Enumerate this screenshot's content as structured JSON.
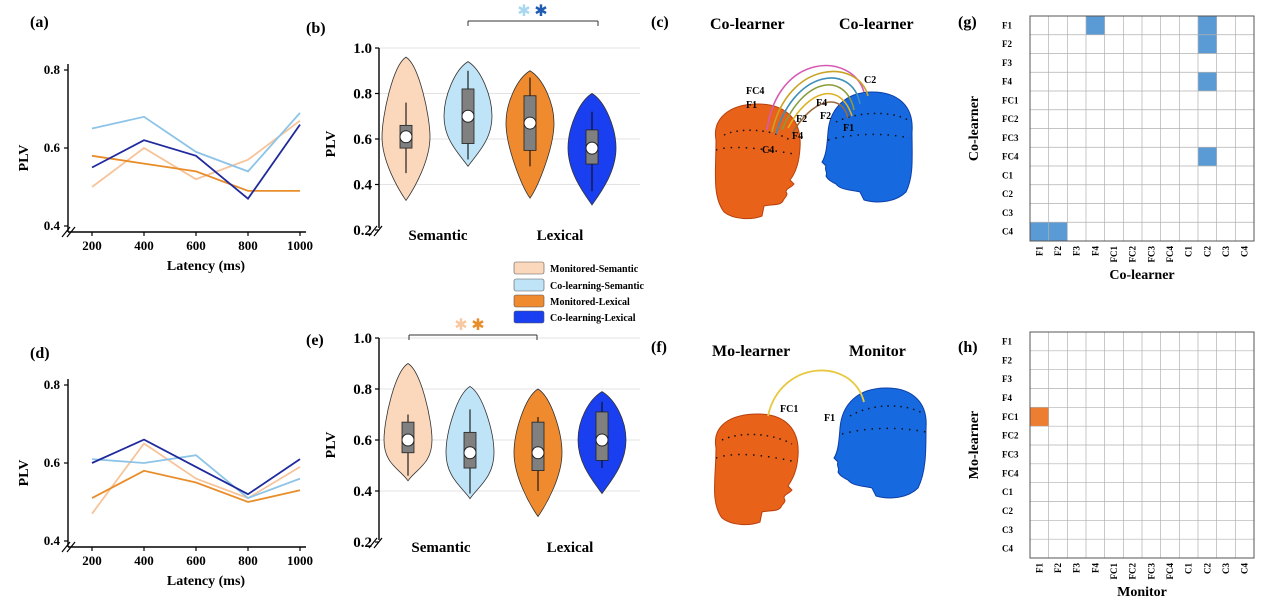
{
  "chart_data": [
    {
      "panel": "(a)",
      "type": "line",
      "x": [
        200,
        400,
        600,
        800,
        1000
      ],
      "xlabel": "Latency (ms)",
      "ylabel": "PLV",
      "ylim": [
        0.4,
        0.8
      ],
      "yticks": [
        "0.4",
        "0.6",
        "0.8"
      ],
      "xticks": [
        "200",
        "400",
        "600",
        "800",
        "1000"
      ],
      "series": [
        {
          "name": "Monitored-Semantic",
          "color": "#f7c49a",
          "values": [
            0.5,
            0.6,
            0.52,
            0.57,
            0.67
          ]
        },
        {
          "name": "Co-learning-Semantic",
          "color": "#8dc4e8",
          "values": [
            0.65,
            0.68,
            0.59,
            0.54,
            0.69
          ]
        },
        {
          "name": "Monitored-Lexical",
          "color": "#e88d2a",
          "values": [
            0.58,
            0.56,
            0.54,
            0.49,
            0.49
          ]
        },
        {
          "name": "Co-learning-Lexical",
          "color": "#1f2a9c",
          "values": [
            0.55,
            0.62,
            0.58,
            0.47,
            0.66
          ]
        }
      ]
    },
    {
      "panel": "(b)",
      "type": "violin",
      "ylabel": "PLV",
      "ylim": [
        0.2,
        1.0
      ],
      "yticks": [
        "0.2",
        "0.4",
        "0.6",
        "0.8",
        "1.0"
      ],
      "groups": [
        "Semantic",
        "Lexical"
      ],
      "significance": "✱",
      "series": [
        {
          "name": "Monitored-Semantic",
          "fill": "#fbd8bc",
          "min": 0.33,
          "max": 0.96,
          "q1": 0.56,
          "median": 0.61,
          "q3": 0.66,
          "wlow": 0.45,
          "whigh": 0.76
        },
        {
          "name": "Co-learning-Semantic",
          "fill": "#bfe3f7",
          "min": 0.48,
          "max": 0.94,
          "q1": 0.58,
          "median": 0.7,
          "q3": 0.82,
          "wlow": 0.51,
          "whigh": 0.9
        },
        {
          "name": "Monitored-Lexical",
          "fill": "#ef8a2e",
          "min": 0.34,
          "max": 0.9,
          "q1": 0.55,
          "median": 0.67,
          "q3": 0.79,
          "wlow": 0.48,
          "whigh": 0.87
        },
        {
          "name": "Co-learning-Lexical",
          "fill": "#1a3ff0",
          "min": 0.31,
          "max": 0.8,
          "q1": 0.49,
          "median": 0.56,
          "q3": 0.64,
          "wlow": 0.37,
          "whigh": 0.72
        }
      ]
    },
    {
      "panel": "(d)",
      "type": "line",
      "x": [
        200,
        400,
        600,
        800,
        1000
      ],
      "xlabel": "Latency (ms)",
      "ylabel": "PLV",
      "ylim": [
        0.4,
        0.8
      ],
      "yticks": [
        "0.4",
        "0.6",
        "0.8"
      ],
      "xticks": [
        "200",
        "400",
        "600",
        "800",
        "1000"
      ],
      "series": [
        {
          "name": "Monitored-Semantic",
          "color": "#f7c49a",
          "values": [
            0.47,
            0.65,
            0.56,
            0.51,
            0.59
          ]
        },
        {
          "name": "Co-learning-Semantic",
          "color": "#8dc4e8",
          "values": [
            0.61,
            0.6,
            0.62,
            0.51,
            0.56
          ]
        },
        {
          "name": "Monitored-Lexical",
          "color": "#e88d2a",
          "values": [
            0.51,
            0.58,
            0.55,
            0.5,
            0.53
          ]
        },
        {
          "name": "Co-learning-Lexical",
          "color": "#1f2a9c",
          "values": [
            0.6,
            0.66,
            0.59,
            0.52,
            0.61
          ]
        }
      ]
    },
    {
      "panel": "(e)",
      "type": "violin",
      "ylabel": "PLV",
      "ylim": [
        0.2,
        1.0
      ],
      "yticks": [
        "0.2",
        "0.4",
        "0.6",
        "0.8",
        "1.0"
      ],
      "groups": [
        "Semantic",
        "Lexical"
      ],
      "significance": "✱",
      "series": [
        {
          "name": "Monitored-Semantic",
          "fill": "#fbd8bc",
          "min": 0.44,
          "max": 0.9,
          "q1": 0.55,
          "median": 0.6,
          "q3": 0.67,
          "wlow": 0.46,
          "whigh": 0.7
        },
        {
          "name": "Co-learning-Semantic",
          "fill": "#bfe3f7",
          "min": 0.37,
          "max": 0.81,
          "q1": 0.49,
          "median": 0.55,
          "q3": 0.63,
          "wlow": 0.39,
          "whigh": 0.72
        },
        {
          "name": "Monitored-Lexical",
          "fill": "#ef8a2e",
          "min": 0.3,
          "max": 0.8,
          "q1": 0.48,
          "median": 0.55,
          "q3": 0.67,
          "wlow": 0.4,
          "whigh": 0.69
        },
        {
          "name": "Co-learning-Lexical",
          "fill": "#1a3ff0",
          "min": 0.39,
          "max": 0.79,
          "q1": 0.52,
          "median": 0.6,
          "q3": 0.71,
          "wlow": 0.49,
          "whigh": 0.75
        }
      ]
    },
    {
      "panel": "(g)",
      "type": "heatmap",
      "ylabel": "Co-learner",
      "xlabel": "Co-learner",
      "rows": [
        "F1",
        "F2",
        "F3",
        "F4",
        "FC1",
        "FC2",
        "FC3",
        "FC4",
        "C1",
        "C2",
        "C3",
        "C4"
      ],
      "cols": [
        "F1",
        "F2",
        "F3",
        "F4",
        "FC1",
        "FC2",
        "FC3",
        "FC4",
        "C1",
        "C2",
        "C3",
        "C4"
      ],
      "color": "#5b9bd5",
      "cells": [
        [
          0,
          3
        ],
        [
          0,
          9
        ],
        [
          1,
          9
        ],
        [
          3,
          9
        ],
        [
          7,
          9
        ],
        [
          11,
          0
        ],
        [
          11,
          1
        ]
      ]
    },
    {
      "panel": "(h)",
      "type": "heatmap",
      "ylabel": "Mo-learner",
      "xlabel": "Monitor",
      "rows": [
        "F1",
        "F2",
        "F3",
        "F4",
        "FC1",
        "FC2",
        "FC3",
        "FC4",
        "C1",
        "C2",
        "C3",
        "C4"
      ],
      "cols": [
        "F1",
        "F2",
        "F3",
        "F4",
        "FC1",
        "FC2",
        "FC3",
        "FC4",
        "C1",
        "C2",
        "C3",
        "C4"
      ],
      "color": "#ed7d31",
      "cells": [
        [
          4,
          0
        ]
      ]
    }
  ],
  "legend": [
    "Monitored-Semantic",
    "Co-learning-Semantic",
    "Monitored-Lexical",
    "Co-learning-Lexical"
  ],
  "legend_colors": [
    "#fbd8bc",
    "#bfe3f7",
    "#ef8a2e",
    "#1a3ff0"
  ],
  "brains": {
    "c": {
      "panel": "(c)",
      "left_title": "Co-learner",
      "right_title": "Co-learner",
      "left_labels": [
        "FC4",
        "F1",
        "F2",
        "F4",
        "C4"
      ],
      "right_labels": [
        "C2",
        "F4",
        "F2",
        "F1"
      ]
    },
    "f": {
      "panel": "(f)",
      "left_title": "Mo-learner",
      "right_title": "Monitor",
      "left_labels": [
        "FC1"
      ],
      "right_labels": [
        "F1"
      ]
    }
  }
}
